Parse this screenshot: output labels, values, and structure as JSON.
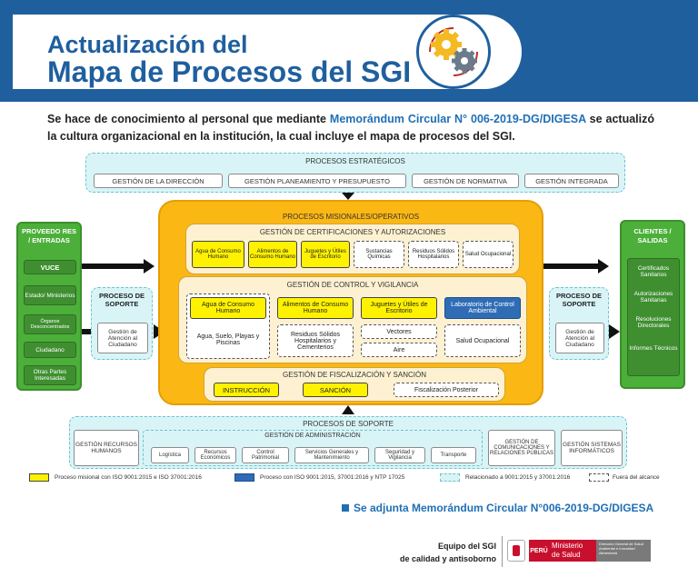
{
  "header": {
    "title_line1": "Actualización del",
    "title_line2": "Mapa de Procesos del SGI",
    "icon": "gears-icon",
    "colors": {
      "brand_blue": "#1f5f9e",
      "gear_yellow": "#f5b921",
      "gear_gray": "#6b7b8c"
    }
  },
  "intro": {
    "part1": "Se hace de conocimiento al personal que mediante",
    "highlight": "Memorándum Circular N° 006-2019-DG/DIGESA",
    "part2": "se actualizó la cultura organizacional en la institución, la cual incluye el mapa de procesos del SGI."
  },
  "diagram": {
    "estrategicos": {
      "title": "PROCESOS ESTRATÉGICOS",
      "items": [
        "GESTIÓN DE LA DIRECCIÓN",
        "GESTIÓN PLANEAMIENTO Y PRESUPUESTO",
        "GESTIÓN DE NORMATIVA",
        "GESTIÓN INTEGRADA"
      ]
    },
    "proveedores": {
      "title": "PROVEEDO RES / ENTRADAS",
      "items": [
        "VUCE",
        "Estado/ Ministerios",
        "Órganos Desconcentrados",
        "Ciudadano",
        "Otras Partes Interesadas"
      ]
    },
    "clientes": {
      "title": "CLIENTES / SALIDAS",
      "items": [
        "Certificados Sanitarios",
        "Autorizaciones Sanitarias",
        "Resoluciones Directorales",
        "Informes Técnicos"
      ]
    },
    "soporte_left": {
      "title": "PROCESO DE SOPORTE",
      "item": "Gestión de Atención al Ciudadano"
    },
    "soporte_right": {
      "title": "PROCESO DE SOPORTE",
      "item": "Gestión de Atención al Ciudadano"
    },
    "misionales": {
      "title": "PROCESOS MISIONALES/OPERATIVOS",
      "certificaciones": {
        "title": "GESTIÓN DE CERTIFICACIONES Y AUTORIZACIONES",
        "items_yellow": [
          "Agua de Consumo Humano",
          "Alimentos de Consumo Humano",
          "Juguetes y Útiles de Escritorio"
        ],
        "items_dashed": [
          "Sustancias Químicas",
          "Residuos Sólidos Hospitalarios",
          "Salud Ocupacional"
        ]
      },
      "control": {
        "title": "GESTIÓN DE CONTROL Y VIGILANCIA",
        "agua": "Agua de Consumo Humano",
        "agua_sub": "Agua, Suelo, Playas y Piscinas",
        "alimentos": "Alimentos de Consumo Humano",
        "residuos": "Residuos Sólidos Hospitalarios y Cementerios",
        "juguetes": "Juguetes y Útiles de Escritorio",
        "vectores": "Vectores",
        "aire": "Aire",
        "laboratorio": "Laboratorio de Control Ambiental",
        "salud": "Salud Ocupacional"
      },
      "fiscalizacion": {
        "title": "GESTIÓN DE FISCALIZACIÓN Y SANCIÓN",
        "instruccion": "INSTRUCCIÓN",
        "sancion": "SANCIÓN",
        "posterior": "Fiscalización Posterior"
      }
    },
    "soporte_bottom": {
      "title": "PROCESOS DE SOPORTE",
      "rrhh": "GESTIÓN RECURSOS HUMANOS",
      "admin_title": "GESTIÓN DE ADMINISTRACIÓN",
      "admin_items": [
        "Logística",
        "Recursos Económicos",
        "Control Patrimonial",
        "Servicios Generales y Mantenimiento",
        "Seguridad y Vigilancia",
        "Transporte"
      ],
      "comunicaciones": "GESTIÓN DE COMUNICACIONES Y RELACIONES PÚBLICAS",
      "sistemas": "GESTIÓN SISTEMAS INFORMÁTICOS"
    },
    "legend": {
      "yellow": "Proceso misional con ISO 9001:2015 e ISO 37001:2016",
      "blue": "Proceso con ISO 9001:2015, 37001:2016 y NTP 17025",
      "cyan": "Relacionado a 9001:2015 y 37001:2016",
      "dashed": "Fuera del alcance"
    }
  },
  "footer": {
    "note": "Se adjunta Memorándum Circular N°006-2019-DG/DIGESA",
    "equipo_line1": "Equipo del SGI",
    "equipo_line2": "de calidad y antisoborno",
    "peru": "PERÚ",
    "ministerio_line1": "Ministerio",
    "ministerio_line2": "de Salud",
    "direccion": "Dirección General de Salud Ambiental e Inocuidad Alimentaria"
  }
}
